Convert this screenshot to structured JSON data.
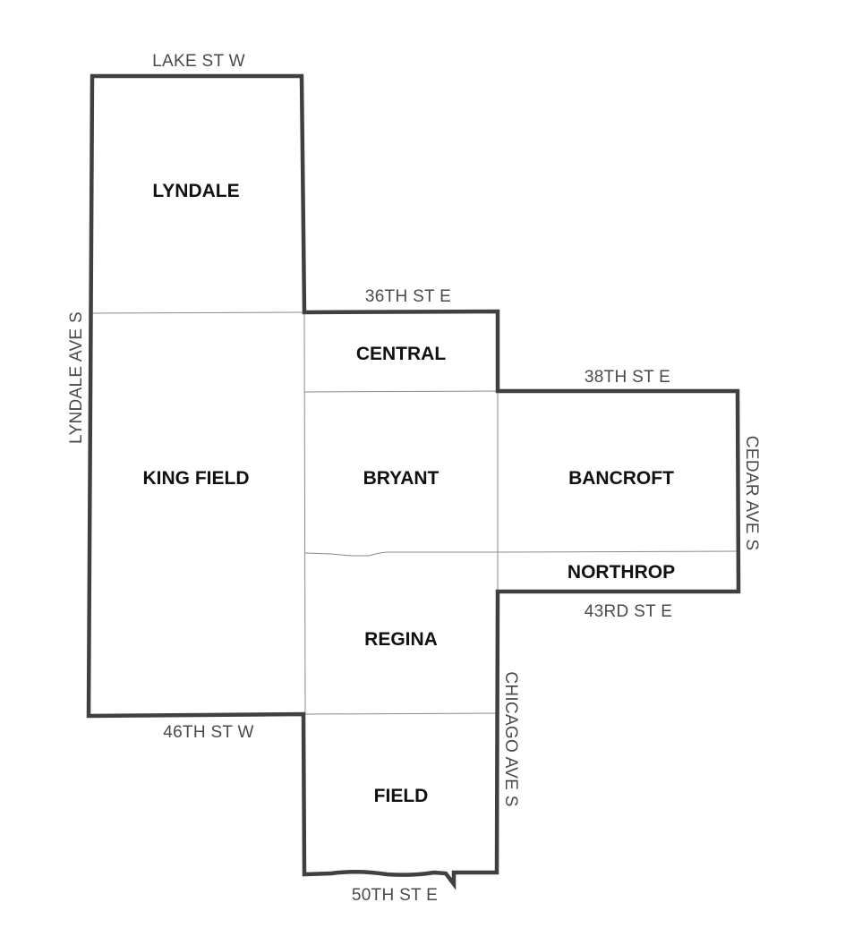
{
  "streets": {
    "north": "LAKE ST W",
    "west": "LYNDALE AVE S",
    "st36": "36TH ST E",
    "st38": "38TH ST E",
    "cedar": "CEDAR AVE S",
    "st43": "43RD ST E",
    "chicago": "CHICAGO AVE S",
    "st46": "46TH ST W",
    "st50": "50TH ST E"
  },
  "neighborhoods": {
    "lyndale": "LYNDALE",
    "kingfield": "KING FIELD",
    "central": "CENTRAL",
    "bryant": "BRYANT",
    "bancroft": "BANCROFT",
    "northrop": "NORTHROP",
    "regina": "REGINA",
    "field": "FIELD"
  },
  "colors": {
    "outline": "#404040",
    "inner_boundary": "#8a8a8a",
    "street_label": "#4a4a4a",
    "neighborhood_label": "#111111"
  }
}
